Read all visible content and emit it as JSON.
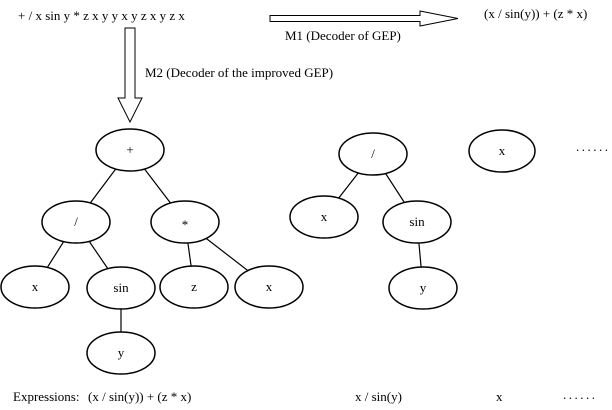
{
  "diagram": {
    "genome": {
      "string": "+ / x sin y * z x y y x y z x y z x"
    },
    "m1": {
      "label": "M1 (Decoder of GEP)",
      "result": "(x / sin(y)) + (z * x)"
    },
    "m2": {
      "label": "M2 (Decoder of the improved GEP)"
    },
    "tree1": {
      "nodes": {
        "plus": "+",
        "divide": "/",
        "multiply": "*",
        "x_left": "x",
        "sin": "sin",
        "z": "z",
        "x_right": "x",
        "y": "y"
      }
    },
    "tree2": {
      "nodes": {
        "divide": "/",
        "x": "x",
        "sin": "sin",
        "y": "y"
      }
    },
    "tree3": {
      "nodes": {
        "x": "x"
      }
    },
    "more_trees_ellipsis": "......",
    "expressions": {
      "label": "Expressions:",
      "tree1_expression": "(x / sin(y)) + (z * x)",
      "tree2_expression": "x / sin(y)",
      "tree3_expression": "x",
      "ellipsis": "......"
    },
    "colors": {
      "ink": "#000000",
      "background": "#ffffff"
    }
  }
}
